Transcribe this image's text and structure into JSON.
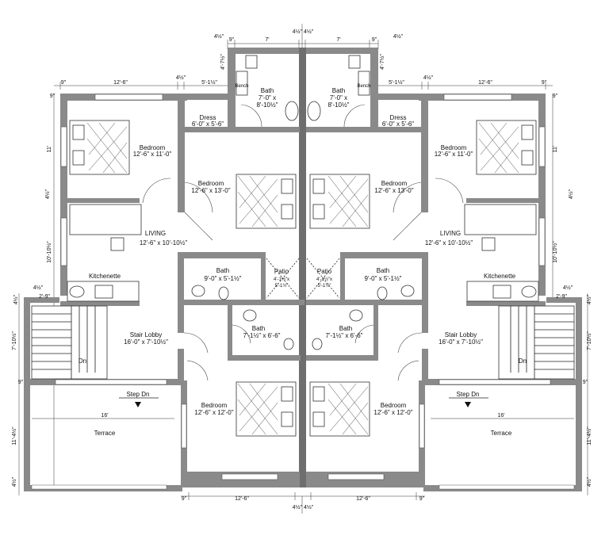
{
  "plan": {
    "rooms": {
      "bath_top_l": {
        "name": "Bath",
        "size1": "7'-0\" x",
        "size2": "8'-10½\""
      },
      "bath_top_r": {
        "name": "Bath",
        "size1": "7'-0\" x",
        "size2": "8'-10½\""
      },
      "bench_l": "Bench",
      "bench_r": "Bench",
      "dress_l": {
        "name": "Dress",
        "size": "6'-0\" x 5'-6\""
      },
      "dress_r": {
        "name": "Dress",
        "size": "6'-0\" x 5'-6\""
      },
      "bed_outer_l": {
        "name": "Bedroom",
        "size": "12'-6\" x 11'-0\""
      },
      "bed_outer_r": {
        "name": "Bedroom",
        "size": "12'-6\" x 11'-0\""
      },
      "bed_mid_l": {
        "name": "Bedroom",
        "size": "12'-6\" x 13'-0\""
      },
      "bed_mid_r": {
        "name": "Bedroom",
        "size": "12'-6\" x 13'-0\""
      },
      "living_l": {
        "name": "LIVING",
        "size": "12'-6\" x 10'-10½\""
      },
      "living_r": {
        "name": "LIVING",
        "size": "12'-6\" x 10'-10½\""
      },
      "bath_mid_l": {
        "name": "Bath",
        "size": "9'-0\" x 5'-1½\""
      },
      "bath_mid_r": {
        "name": "Bath",
        "size": "9'-0\" x 5'-1½\""
      },
      "patio_l": {
        "name": "Patio",
        "size1": "4'-1½\"x",
        "size2": "5'-1½\""
      },
      "patio_r": {
        "name": "Patio",
        "size1": "4'-1½\"x",
        "size2": "5'-1½\""
      },
      "kitchenette_l": "Kitchenette",
      "kitchenette_r": "Kitchenette",
      "stair_l": {
        "name": "Stair Lobby",
        "size": "16'-0\" x 7'-10½\""
      },
      "stair_r": {
        "name": "Stair Lobby",
        "size": "16'-0\" x 7'-10½\""
      },
      "bath_low_l": {
        "name": "Bath",
        "size": "7'-1½\" x 6'-6\""
      },
      "bath_low_r": {
        "name": "Bath",
        "size": "7'-1½\" x 6'-6\""
      },
      "dn_l": "Dn",
      "dn_r": "Dn",
      "stepdn_l": "Step Dn",
      "stepdn_r": "Step Dn",
      "terrace_l": "Terrace",
      "terrace_r": "Terrace",
      "bed_low_l": {
        "name": "Bedroom",
        "size": "12'-6\" x 12'-0\""
      },
      "bed_low_r": {
        "name": "Bedroom",
        "size": "12'-6\" x 12'-0\""
      }
    },
    "dims": {
      "top_9_l": "9\"",
      "top_7_l": "7'",
      "top_7_r": "7'",
      "top_9_r": "9\"",
      "top_center": "4½\"  4½\"",
      "top_45_l": "4½\"",
      "top_45_r": "4½\"",
      "left_471": "4'-7½\"",
      "right_471": "4'-7½\"",
      "row2_9_l": "9\"",
      "row2_126_l": "12'-6\"",
      "row2_45_l": "4½\"",
      "row2_51_l": "5'-1½\"",
      "row2_51_r": "5'-1½\"",
      "row2_45_r": "4½\"",
      "row2_126_r": "12'-6\"",
      "row2_9_r": "9\"",
      "side_9_tl": "9\"",
      "side_9_tr": "9\"",
      "side_11_l": "11'",
      "side_11_r": "11'",
      "side_45_l": "4½\"",
      "side_45_r": "4½\"",
      "side_10105_l": "10'-10½\"",
      "side_10105_r": "10'-10½\"",
      "side_45b_l": "4½\"",
      "side_45b_r": "4½\"",
      "kit_29_l": "2'-9\"",
      "kit_29_r": "2'-9\"",
      "kit_45_l": "4½\"",
      "kit_45_r": "4½\"",
      "side_7105_l": "7'-10½\"",
      "side_7105_r": "7'-10½\"",
      "side_9b_l": "9\"",
      "side_9b_r": "9\"",
      "terr_16_l": "16'",
      "terr_16_r": "16'",
      "side_1145_l": "11'-4½\"",
      "side_1145_r": "11'-4½\"",
      "side_45c_l": "4½\"",
      "side_45c_r": "4½\"",
      "bot_9_l": "9\"",
      "bot_126_l": "12'-6\"",
      "bot_126_r": "12'-6\"",
      "bot_9_r": "9\"",
      "bot_center": "4½\"  4½\""
    }
  }
}
